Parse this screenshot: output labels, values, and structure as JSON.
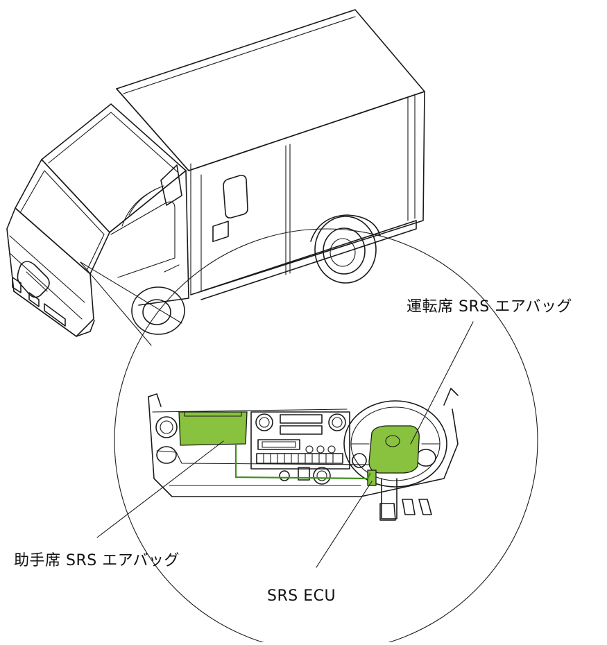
{
  "labels": {
    "driver_airbag": "運転席 SRS エアバッグ",
    "passenger_airbag": "助手席 SRS エアバッグ",
    "ecu": "SRS ECU"
  },
  "colors": {
    "highlight": "#88c23f",
    "line": "#1a1a1a"
  }
}
